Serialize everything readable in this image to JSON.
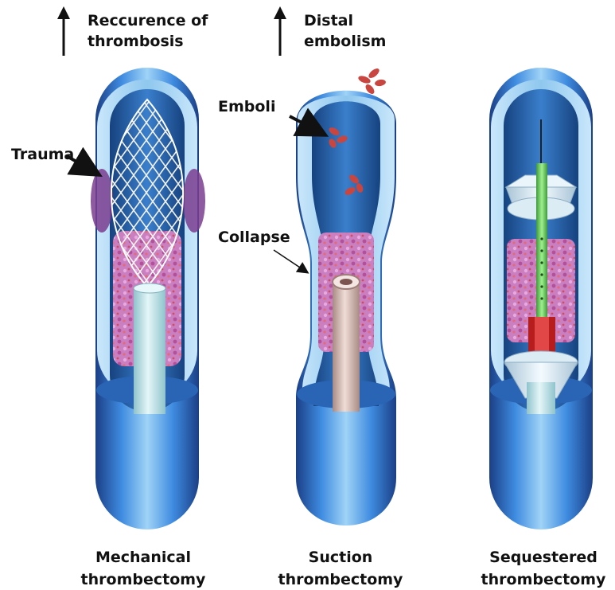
{
  "top_labels": {
    "recurrence": [
      "Reccurence of",
      "thrombosis"
    ],
    "distal": [
      "Distal",
      "embolism"
    ]
  },
  "callouts": {
    "trauma": "Trauma",
    "emboli": "Emboli",
    "collapse": "Collapse"
  },
  "panels": [
    {
      "line1": "Mechanical",
      "line2": "thrombectomy"
    },
    {
      "line1": "Suction",
      "line2": "thrombectomy"
    },
    {
      "line1": "Sequestered",
      "line2": "thrombectomy"
    }
  ],
  "colors": {
    "vessel_dark": "#1d4f9e",
    "vessel_mid": "#3b86d6",
    "vessel_light": "#9fd0f2",
    "lumen": "#2b6bb8",
    "clot_pink": "#d985c7",
    "rbc_red": "#c63a3a",
    "catheter": "#bfe3ea",
    "aspiration_catheter": "#d9b8b0",
    "green_wire": "#6fd06a",
    "red_hub": "#b81d1d"
  }
}
